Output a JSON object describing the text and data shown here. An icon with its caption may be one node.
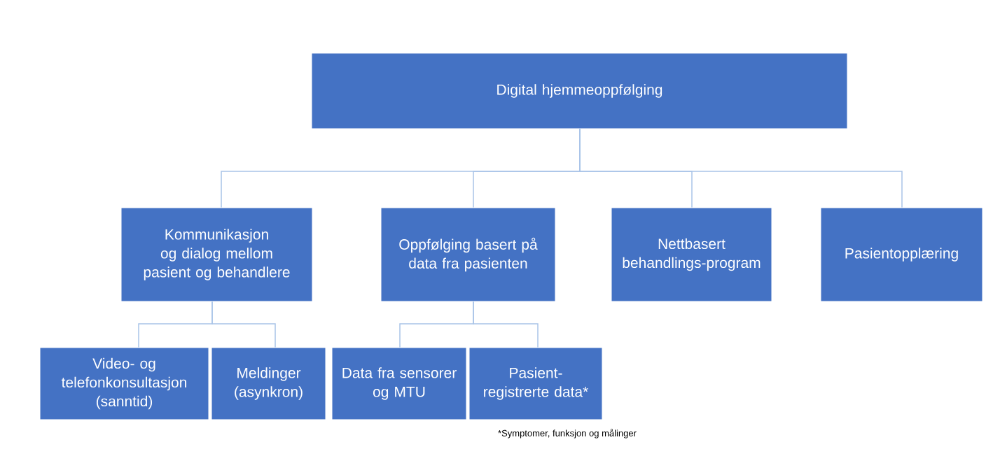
{
  "diagram": {
    "nodes": [
      {
        "text": [
          "Digital hjemmeoppfølging"
        ]
      },
      {
        "text": [
          "Kommunikasjon og dialog mellom pasient og behandlere"
        ]
      },
      {
        "text": [
          "Oppfølging basert på data fra pasienten"
        ]
      },
      {
        "text": [
          "Nettbasert behandlings-program"
        ]
      },
      {
        "text": [
          "Pasientopplæring"
        ]
      },
      {
        "text": [
          "Video- og telefonkonsultasjon (sanntid)"
        ]
      },
      {
        "text": [
          "Meldinger (asynkron)"
        ]
      },
      {
        "text": [
          "Data fra sensorer og MTU"
        ]
      },
      {
        "text": [
          "Pasient-registrerte data*"
        ]
      }
    ],
    "edges": [
      {
        "from": 0,
        "to": 1,
        "arrow": "none"
      },
      {
        "from": 0,
        "to": 2,
        "arrow": "none"
      },
      {
        "from": 0,
        "to": 3,
        "arrow": "none"
      },
      {
        "from": 0,
        "to": 4,
        "arrow": "none"
      },
      {
        "from": 1,
        "to": 5,
        "arrow": "none"
      },
      {
        "from": 1,
        "to": 6,
        "arrow": "none"
      },
      {
        "from": 2,
        "to": 7,
        "arrow": "none"
      },
      {
        "from": 2,
        "to": 8,
        "arrow": "none"
      }
    ],
    "labels": [
      "*Symptomer, funksjon og målinger"
    ]
  }
}
